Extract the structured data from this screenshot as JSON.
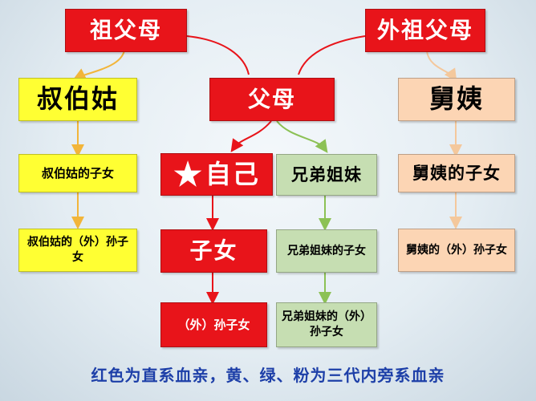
{
  "nodes": {
    "grandparents": "祖父母",
    "maternal_grandparents": "外祖父母",
    "uncles_aunts_paternal": "叔伯姑",
    "parents": "父母",
    "uncles_aunts_maternal": "舅姨",
    "self_star": "★",
    "self": "自己",
    "siblings": "兄弟姐妹",
    "paternal_cousins": "叔伯姑的子女",
    "maternal_cousins": "舅姨的子女",
    "children": "子女",
    "paternal_grandchildren": "叔伯姑的（外）孙子女",
    "sibling_children": "兄弟姐妹的子女",
    "maternal_grandchildren": "舅姨的（外）孙子女",
    "grandchildren": "（外）孙子女",
    "sibling_grandchildren": "兄弟姐妹的（外）孙子女"
  },
  "caption": "红色为直系血亲，黄、绿、粉为三代内旁系血亲",
  "colors": {
    "direct": "#e8141a",
    "paternal_collateral": "#ffff33",
    "sibling_collateral": "#c6deb2",
    "maternal_collateral": "#fcd5b4",
    "caption": "#1d3fa8",
    "red_line": "#e8141a",
    "yellow_line": "#f2b53a",
    "green_line": "#8cc155",
    "peach_line": "#f4c89c"
  }
}
